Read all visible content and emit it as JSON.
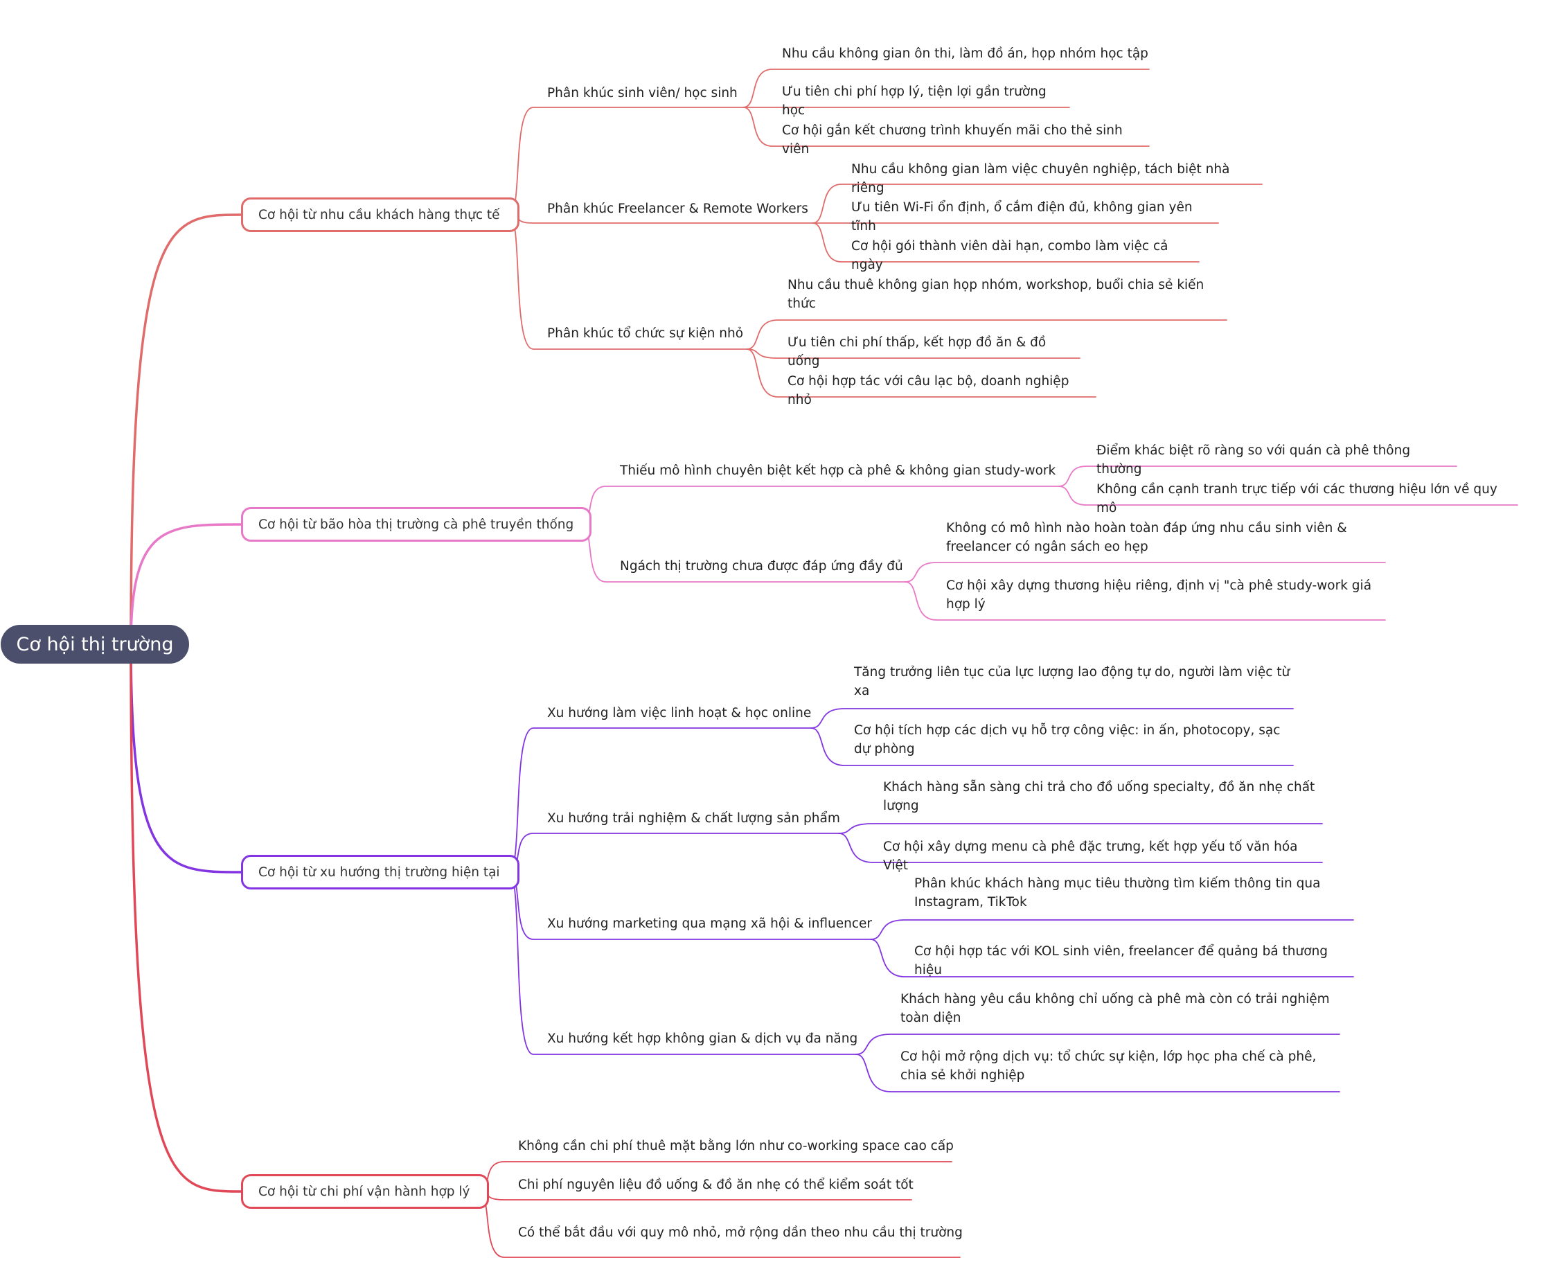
{
  "root": {
    "label": "Cơ hội thị trường",
    "color": "#4b4f6b"
  },
  "branches": [
    {
      "label": "Cơ hội từ nhu cầu khách hàng thực tế",
      "color": "#e06b6b",
      "children": [
        {
          "label": "Phân khúc sinh viên/ học sinh",
          "leaves": [
            "Nhu cầu không gian ôn thi, làm đồ án, họp nhóm học tập",
            "Ưu tiên chi phí hợp lý, tiện lợi gần trường học",
            "Cơ hội gắn kết chương trình khuyến mãi cho thẻ sinh viên"
          ]
        },
        {
          "label": "Phân khúc Freelancer & Remote Workers",
          "leaves": [
            "Nhu cầu không gian làm việc chuyên nghiệp, tách biệt nhà riêng",
            "Ưu tiên Wi-Fi ổn định, ổ cắm điện đủ, không gian yên tĩnh",
            "Cơ hội gói thành viên dài hạn, combo làm việc cả ngày"
          ]
        },
        {
          "label": "Phân khúc tổ chức sự kiện nhỏ",
          "leaves": [
            "Nhu cầu thuê không gian họp nhóm, workshop, buổi chia sẻ kiến thức",
            "Ưu tiên chi phí thấp, kết hợp đồ ăn & đồ uống",
            "Cơ hội hợp tác với câu lạc bộ, doanh nghiệp nhỏ"
          ]
        }
      ]
    },
    {
      "label": "Cơ hội từ bão hòa thị trường cà phê truyền thống",
      "color": "#e878c8",
      "children": [
        {
          "label": "Thiếu mô hình chuyên biệt kết hợp cà phê & không gian study-work",
          "leaves": [
            "Điểm khác biệt rõ ràng so với quán cà phê thông thường",
            "Không cần cạnh tranh trực tiếp với các thương hiệu lớn về quy mô"
          ]
        },
        {
          "label": "Ngách thị trường chưa được đáp ứng đầy đủ",
          "leaves": [
            "Không có mô hình nào hoàn toàn đáp ứng nhu cầu sinh viên & freelancer có ngân sách eo hẹp",
            "Cơ hội xây dựng thương hiệu riêng, định vị \"cà phê study-work giá hợp lý"
          ]
        }
      ]
    },
    {
      "label": "Cơ hội từ xu hướng thị trường hiện tại",
      "color": "#8235e0",
      "children": [
        {
          "label": "Xu hướng làm việc linh hoạt & học online",
          "leaves": [
            "Tăng trưởng liên tục của lực lượng lao động tự do, người làm việc từ xa",
            "Cơ hội tích hợp các dịch vụ hỗ trợ công việc: in ấn, photocopy, sạc dự phòng"
          ]
        },
        {
          "label": "Xu hướng trải nghiệm & chất lượng sản phẩm",
          "leaves": [
            "Khách hàng sẵn sàng chi trả cho đồ uống specialty, đồ ăn nhẹ chất lượng",
            "Cơ hội xây dựng menu cà phê đặc trưng, kết hợp yếu tố văn hóa Việt"
          ]
        },
        {
          "label": "Xu hướng marketing qua mạng xã hội & influencer",
          "leaves": [
            "Phân khúc khách hàng mục tiêu thường tìm kiếm thông tin qua Instagram, TikTok",
            "Cơ hội hợp tác với KOL sinh viên, freelancer để quảng bá thương hiệu"
          ]
        },
        {
          "label": "Xu hướng kết hợp không gian & dịch vụ đa năng",
          "leaves": [
            "Khách hàng yêu cầu không chỉ uống cà phê mà còn có trải nghiệm toàn diện",
            "Cơ hội mở rộng dịch vụ: tổ chức sự kiện, lớp học pha chế cà phê, chia sẻ khởi nghiệp"
          ]
        }
      ]
    },
    {
      "label": "Cơ hội từ chi phí vận hành hợp lý",
      "color": "#e04858",
      "children": [
        {
          "label": "Không cần chi phí thuê mặt bằng lớn như co-working space cao cấp",
          "leaves": []
        },
        {
          "label": "Chi phí nguyên liệu đồ uống & đồ ăn nhẹ có thể kiểm soát tốt",
          "leaves": []
        },
        {
          "label": "Có thể bắt đầu với quy mô nhỏ, mở rộng dần theo nhu cầu thị trường",
          "leaves": []
        }
      ]
    }
  ]
}
